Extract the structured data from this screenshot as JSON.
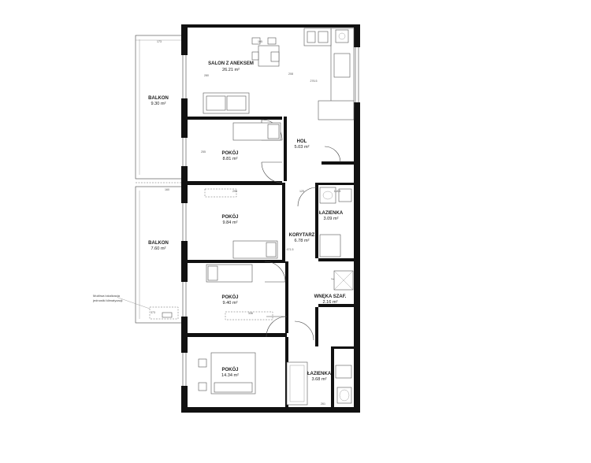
{
  "rooms": {
    "salon": {
      "name": "SALON Z ANEKSEM",
      "area": "26.21 m²"
    },
    "balkon1": {
      "name": "BALKON",
      "area": "9.30 m²"
    },
    "balkon2": {
      "name": "BALKON",
      "area": "7.60 m²"
    },
    "hol": {
      "name": "HOL",
      "area": "5.03 m²"
    },
    "pokoj1": {
      "name": "POKÓJ",
      "area": "8.81 m²"
    },
    "pokoj2": {
      "name": "POKÓJ",
      "area": "9.84 m²"
    },
    "pokoj3": {
      "name": "POKÓJ",
      "area": "9.40 m²"
    },
    "pokoj4": {
      "name": "POKÓJ",
      "area": "14.34 m²"
    },
    "lazienka1": {
      "name": "ŁAZIENKA",
      "area": "3.09 m²"
    },
    "lazienka2": {
      "name": "ŁAZIENKA",
      "area": "3.68 m²"
    },
    "korytarz": {
      "name": "KORYTARZ",
      "area": "6.78 m²"
    },
    "wneka": {
      "name": "WNĘKA SZAF.",
      "area": "2.16 m²"
    }
  },
  "dimensions": {
    "d173": "173",
    "d105": "105",
    "d160": "160",
    "d373": "373",
    "d280": "280",
    "d295": "295",
    "d125": "125",
    "d1185": "118.5",
    "d336": "336",
    "d255": "255",
    "d2765": "276.5",
    "d4715": "471.5",
    "d261": "261",
    "d208": "208"
  },
  "annotation": {
    "line1": "Możliwa lokalizacja",
    "line2": "jednostki klimatyzacji"
  }
}
